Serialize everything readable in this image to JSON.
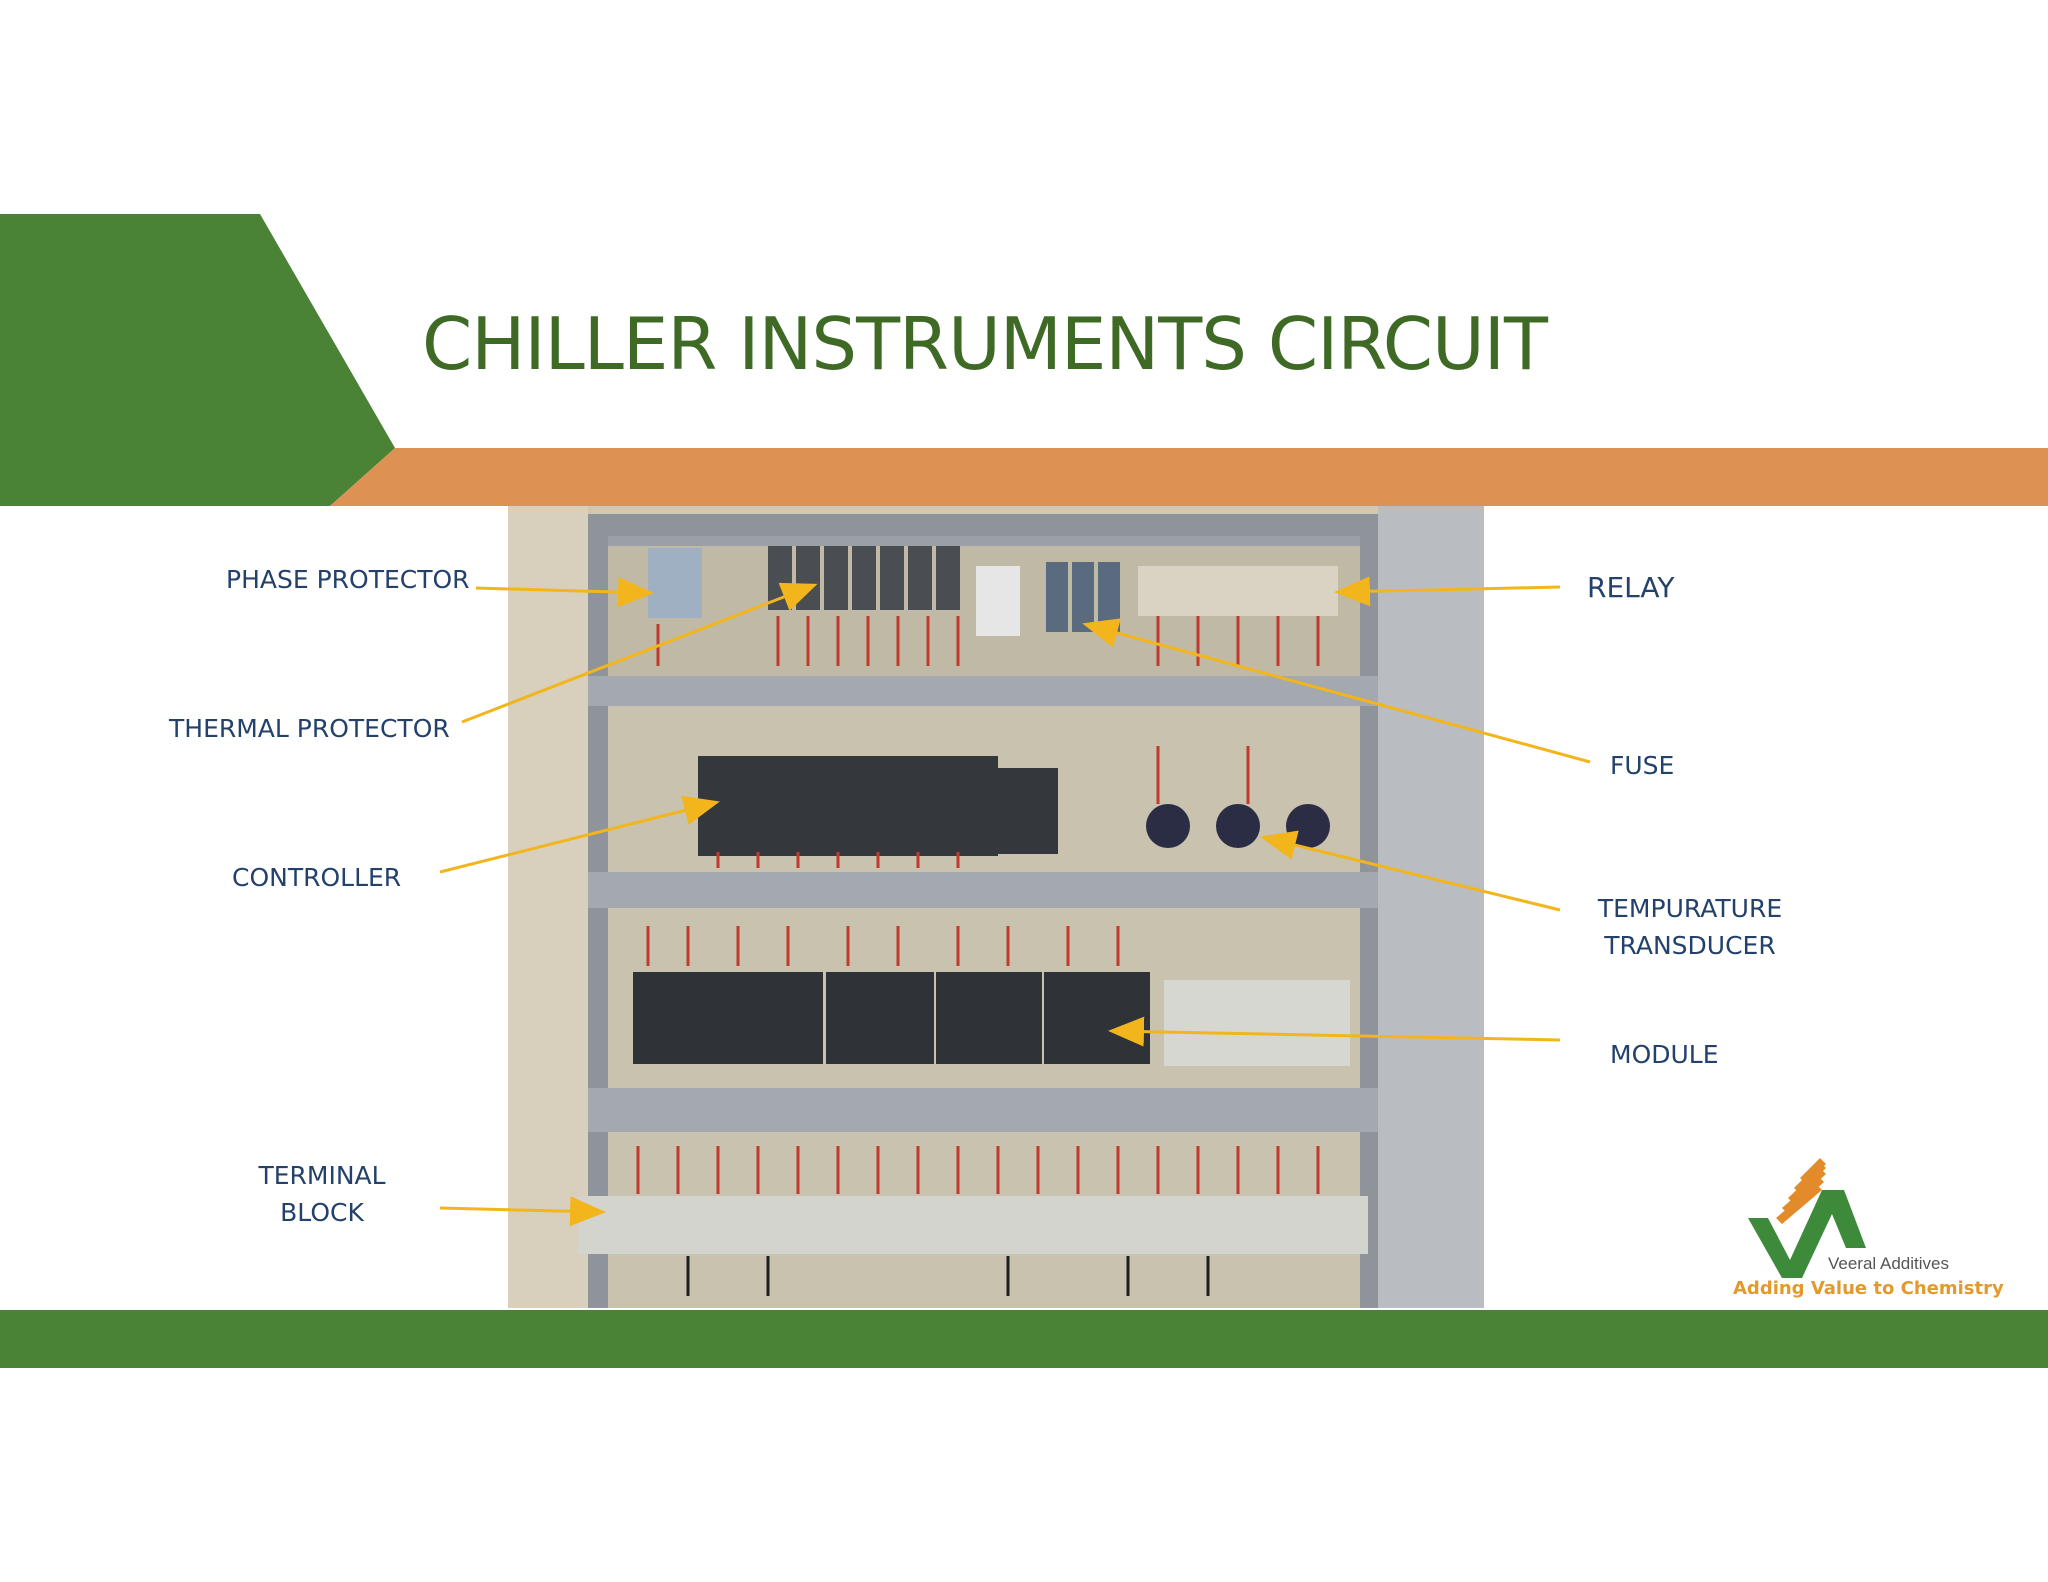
{
  "slide": {
    "title": "CHILLER INSTRUMENTS CIRCUIT",
    "colors": {
      "green": "#4a8236",
      "orange": "#dd9152",
      "title": "#3f6a26",
      "label": "#23416b",
      "arrow": "#f2b51c"
    }
  },
  "photo": {
    "description_icon": "electrical-panel-photo"
  },
  "labels": {
    "phase_protector": "PHASE PROTECTOR",
    "thermal_protector": "THERMAL PROTECTOR",
    "controller": "CONTROLLER",
    "terminal_block_1": "TERMINAL",
    "terminal_block_2": "BLOCK",
    "relay": "RELAY",
    "fuse": "FUSE",
    "transducer_1": "TEMPURATURE",
    "transducer_2": "TRANSDUCER",
    "module": "MODULE"
  },
  "logo": {
    "name": "Veeral Additives",
    "tagline": "Adding Value to Chemistry"
  }
}
